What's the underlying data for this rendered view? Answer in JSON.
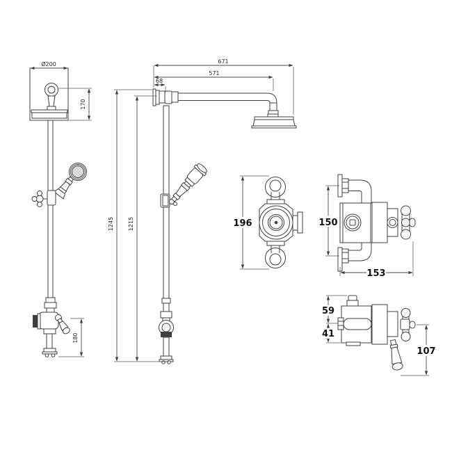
{
  "drawing": {
    "type": "shower-system-technical-dimension-drawing",
    "colors": {
      "background": "#ffffff",
      "line": "#3f3f3f",
      "dimension_text": "#1a1a1a"
    },
    "labels": {
      "head_diameter": "Ø200",
      "head_drop": "170",
      "arm_overall": "671",
      "arm_reach": "571",
      "wall_offset": "68",
      "rail_height_overall": "1245",
      "rail_height": "1215",
      "diverter_drop": "180",
      "valve_front_height": "196",
      "valve_side_height": "150",
      "valve_side_width": "153",
      "valve_rear_upper": "59",
      "valve_rear_lower": "41",
      "valve_handle_drop": "107"
    }
  }
}
